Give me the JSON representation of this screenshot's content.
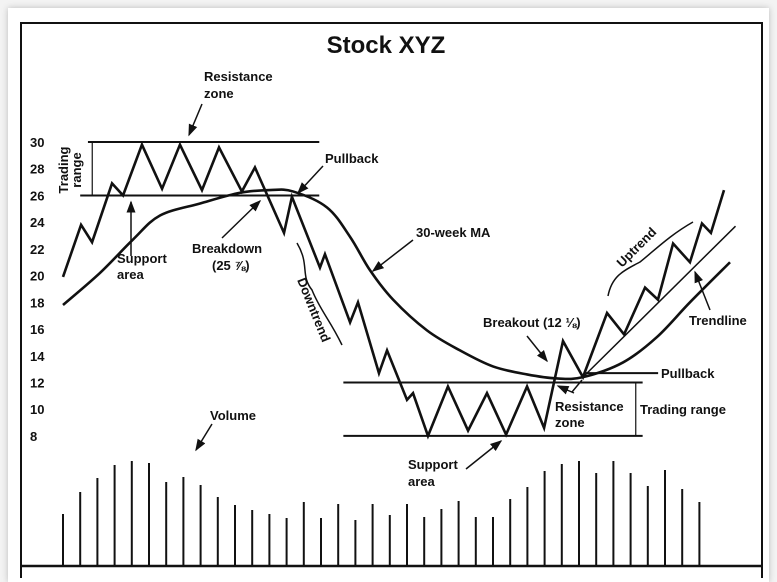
{
  "chart_data": {
    "type": "line",
    "title": "Stock XYZ",
    "xlabel": "",
    "ylabel": "",
    "x_units": "weeks",
    "ylim": [
      8,
      30
    ],
    "yticks": [
      "30",
      "28",
      "26",
      "24",
      "22",
      "20",
      "18",
      "16",
      "14",
      "12",
      "10",
      "8"
    ],
    "series": [
      {
        "name": "Price",
        "points": [
          [
            0,
            19.9
          ],
          [
            1.05,
            23.8
          ],
          [
            1.69,
            22.5
          ],
          [
            2.85,
            26.9
          ],
          [
            3.49,
            26.0
          ],
          [
            4.59,
            29.8
          ],
          [
            5.76,
            26.5
          ],
          [
            6.8,
            29.8
          ],
          [
            8.08,
            26.4
          ],
          [
            9.07,
            29.6
          ],
          [
            10.4,
            26.3
          ],
          [
            11.16,
            28.1
          ],
          [
            12.85,
            23.2
          ],
          [
            13.31,
            25.9
          ],
          [
            14.94,
            20.6
          ],
          [
            15.23,
            21.6
          ],
          [
            16.69,
            16.5
          ],
          [
            17.15,
            18.0
          ],
          [
            18.37,
            12.7
          ],
          [
            18.84,
            14.4
          ],
          [
            20.0,
            10.7
          ],
          [
            20.35,
            11.2
          ],
          [
            21.22,
            8.0
          ],
          [
            22.38,
            11.7
          ],
          [
            23.55,
            8.4
          ],
          [
            24.65,
            11.2
          ],
          [
            25.76,
            8.1
          ],
          [
            26.98,
            11.7
          ],
          [
            27.97,
            8.6
          ],
          [
            29.07,
            15.1
          ],
          [
            30.23,
            12.4
          ],
          [
            31.63,
            17.2
          ],
          [
            32.62,
            15.6
          ],
          [
            33.84,
            19.1
          ],
          [
            34.59,
            18.2
          ],
          [
            35.47,
            22.4
          ],
          [
            36.45,
            21.0
          ],
          [
            37.15,
            23.9
          ],
          [
            37.67,
            23.2
          ],
          [
            38.43,
            26.4
          ]
        ]
      },
      {
        "name": "30-week MA",
        "points": [
          [
            0,
            17.8
          ],
          [
            2.15,
            20.2
          ],
          [
            4.07,
            22.7
          ],
          [
            5.64,
            24.5
          ],
          [
            7.97,
            25.4
          ],
          [
            10.29,
            26.2
          ],
          [
            12.03,
            26.4
          ],
          [
            13.37,
            26.3
          ],
          [
            15.35,
            25.1
          ],
          [
            16.69,
            22.9
          ],
          [
            17.85,
            20.4
          ],
          [
            19.19,
            18.2
          ],
          [
            21.16,
            15.9
          ],
          [
            23.08,
            14.4
          ],
          [
            25.0,
            13.2
          ],
          [
            26.98,
            12.6
          ],
          [
            28.72,
            12.3
          ],
          [
            30.23,
            12.4
          ],
          [
            32.56,
            13.5
          ],
          [
            34.53,
            15.4
          ],
          [
            36.45,
            18.0
          ],
          [
            38.78,
            21.0
          ]
        ]
      }
    ],
    "reference_lines": [
      {
        "name": "top-resistance",
        "y": 30,
        "x": [
          1.45,
          14.9
        ]
      },
      {
        "name": "top-support",
        "y": 26,
        "x": [
          1.0,
          14.9
        ]
      },
      {
        "name": "bottom-resistance",
        "y": 12,
        "x": [
          16.3,
          33.7
        ]
      },
      {
        "name": "bottom-support",
        "y": 8,
        "x": [
          16.3,
          33.7
        ]
      },
      {
        "name": "pullback-line",
        "y": 12.7,
        "x": [
          30.4,
          34.6
        ]
      }
    ],
    "trendline": [
      [
        30.23,
        12.4
      ],
      [
        39.1,
        23.7
      ]
    ],
    "brackets": [
      {
        "name": "top-trading-range",
        "x": 1.7,
        "y": [
          26,
          30
        ]
      },
      {
        "name": "bottom-trading-range",
        "x": 33.3,
        "y": [
          8,
          12
        ]
      }
    ],
    "volume": {
      "units": "relative",
      "values": [
        52,
        74,
        88,
        101,
        105,
        103,
        84,
        89,
        81,
        69,
        61,
        56,
        52,
        48,
        64,
        48,
        62,
        46,
        62,
        51,
        62,
        49,
        57,
        65,
        49,
        49,
        67,
        79,
        95,
        102,
        105,
        93,
        105,
        93,
        80,
        96,
        77,
        64
      ]
    },
    "annotations": {
      "resistance_zone_top": [
        "Resistance",
        "zone"
      ],
      "trading_range_top": [
        "Trading",
        "range"
      ],
      "support_area_top": [
        "Support",
        "area"
      ],
      "breakdown": [
        "Breakdown",
        "(25 ⅞)"
      ],
      "pullback_top": "Pullback",
      "ma_label": "30-week MA",
      "downtrend": "Downtrend",
      "breakout": "Breakout (12 ⅛)",
      "resistance_zone_bottom": [
        "Resistance",
        "zone"
      ],
      "trading_range_bottom": "Trading range",
      "pullback_bottom": "Pullback",
      "trendline": "Trendline",
      "uptrend": "Uptrend",
      "support_area_bottom": [
        "Support",
        "area"
      ],
      "volume": "Volume"
    }
  }
}
